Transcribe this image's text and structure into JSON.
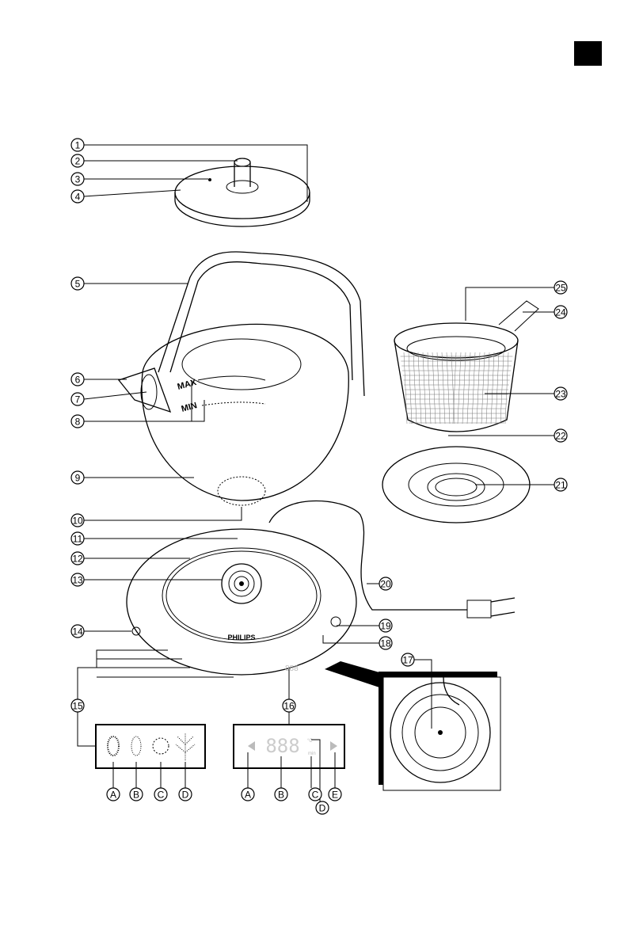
{
  "page_marker_color": "#000000",
  "brand": "PHILIPS",
  "kettle_marks": {
    "max": "MAX",
    "min": "MIN"
  },
  "callouts": [
    "1",
    "2",
    "3",
    "4",
    "5",
    "6",
    "7",
    "8",
    "9",
    "10",
    "11",
    "12",
    "13",
    "14",
    "15",
    "16",
    "17",
    "18",
    "19",
    "20",
    "21",
    "22",
    "23",
    "24",
    "25"
  ],
  "tea_panel": {
    "letters": [
      "A",
      "B",
      "C",
      "D"
    ]
  },
  "display_panel": {
    "digits": "888",
    "unit_temp": "°C",
    "unit_time": "min",
    "letters": [
      "A",
      "B",
      "C",
      "D",
      "E"
    ]
  },
  "base_display_digits": "888"
}
